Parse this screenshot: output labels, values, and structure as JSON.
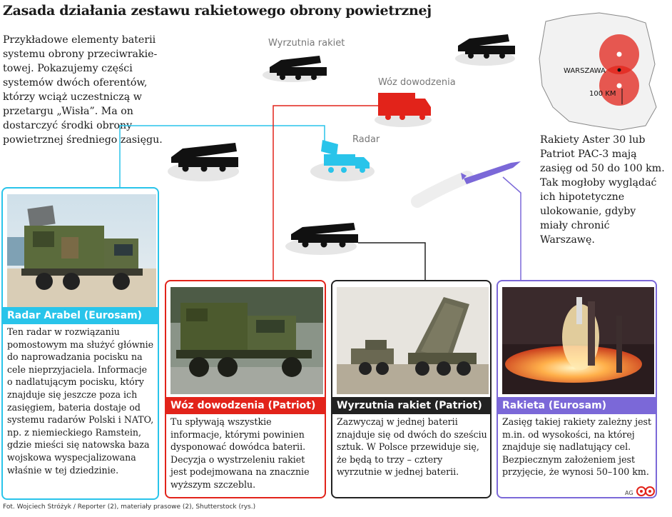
{
  "title": "Zasada działania zestawu rakietowego obrony powietrznej",
  "intro": "Przykładowe elementy baterii systemu obrony przeciwrakie-towej. Pokazujemy części systemów dwóch oferentów, którzy wciąż uczestniczą w przetargu „Wisła”. Ma on dostarczyć środki obrony powietrznej średniego zasięgu.",
  "labels": {
    "launcher": "Wyrzutnia rakiet",
    "command": "Wóz dowodzenia",
    "radar": "Radar"
  },
  "map": {
    "city": "WARSZAWA",
    "scale": "100 KM"
  },
  "sidenote": "Rakiety Aster 30 lub Patriot PAC-3 mają zasięg od 50 do 100 km. Tak mogłoby wyglądać ich hipotetyczne ulokowanie, gdyby miały chronić Warszawę.",
  "cards": [
    {
      "title": "Radar Arabel (Eurosam)",
      "text": "Ten radar w rozwiązaniu pomostowym ma służyć głównie do naprowadzania pocisku na cele nieprzyjaciela. Informacje o nadlatującym pocisku, który znajduje się jeszcze poza ich zasięgiem, bateria dostaje od systemu radarów Polski i NATO, np. z niemieckiego Ramstein, gdzie mieści się natowska baza wojskowa wyspecjalizowana właśnie w tej dziedzinie."
    },
    {
      "title": "Wóz dowodzenia (Patriot)",
      "text": "Tu spływają wszystkie informacje, którymi powinien dysponować dowódca baterii. Decyzja o wystrzeleniu rakiet jest podejmowana na znacznie wyższym szczeblu."
    },
    {
      "title": "Wyrzutnia rakiet (Patriot)",
      "text": "Zazwyczaj w jednej baterii znajduje się od dwóch do sześciu sztuk. W Polsce przewiduje się, że będą to trzy – cztery wyrzutnie w jednej baterii."
    },
    {
      "title": "Rakieta (Eurosam)",
      "text": "Zasięg takiej rakiety zależny jest m.in. od wysokości, na której znajduje się nadlatujący cel. Bezpiecznym założeniem jest przyjęcie, że wynosi 50–100 km."
    }
  ],
  "credits": "Fot. Wojciech Stróżyk / Reporter (2), materiały prasowe (2), Shutterstock (rys.)",
  "signature": "AG",
  "colors": {
    "radar": "#29c4ea",
    "command": "#e2231a",
    "launcher": "#222222",
    "missile": "#7b68d8"
  }
}
